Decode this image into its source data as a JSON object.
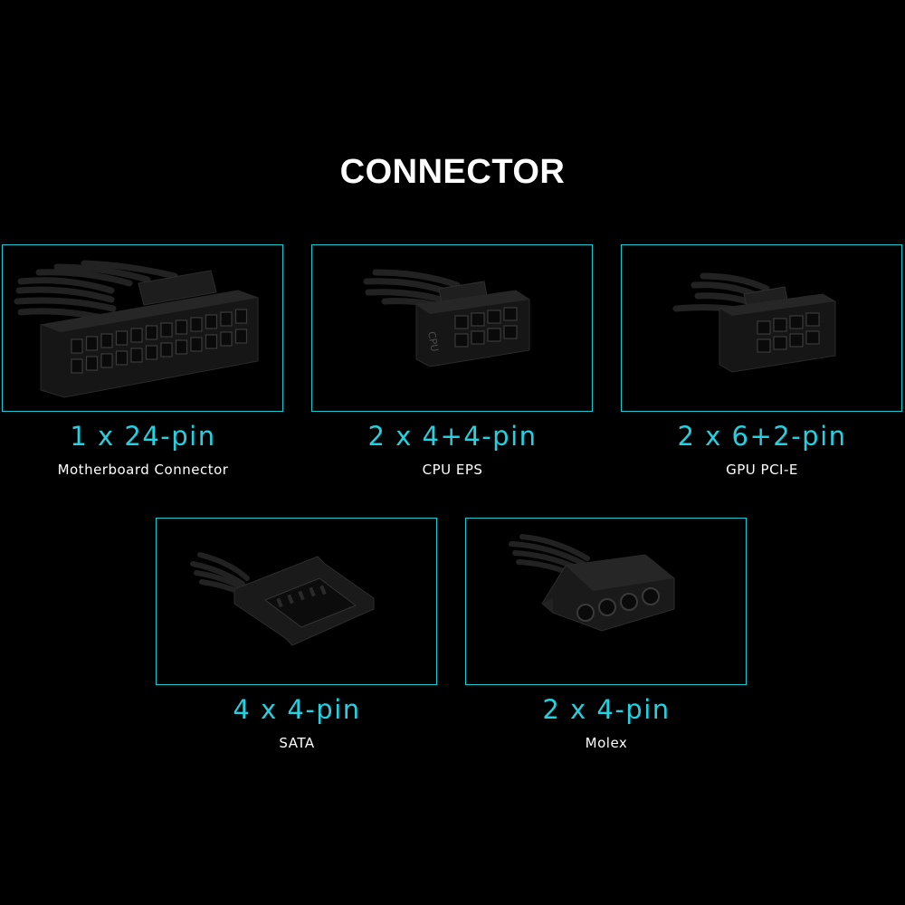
{
  "title": "CONNECTOR",
  "colors": {
    "accent": "#23d1e0",
    "frame": "#19c9d2",
    "background": "#000000",
    "text": "#ffffff"
  },
  "connectors": [
    {
      "count": "1 x 24-pin",
      "name": "Motherboard Connector",
      "icon": "atx-24pin-connector-icon"
    },
    {
      "count": "2 x 4+4-pin",
      "name": "CPU EPS",
      "icon": "cpu-eps-connector-icon",
      "housing_label": "CPU"
    },
    {
      "count": "2 x 6+2-pin",
      "name": "GPU PCI-E",
      "icon": "pcie-connector-icon"
    },
    {
      "count": "4 x 4-pin",
      "name": "SATA",
      "icon": "sata-connector-icon"
    },
    {
      "count": "2 x 4-pin",
      "name": "Molex",
      "icon": "molex-connector-icon"
    }
  ]
}
